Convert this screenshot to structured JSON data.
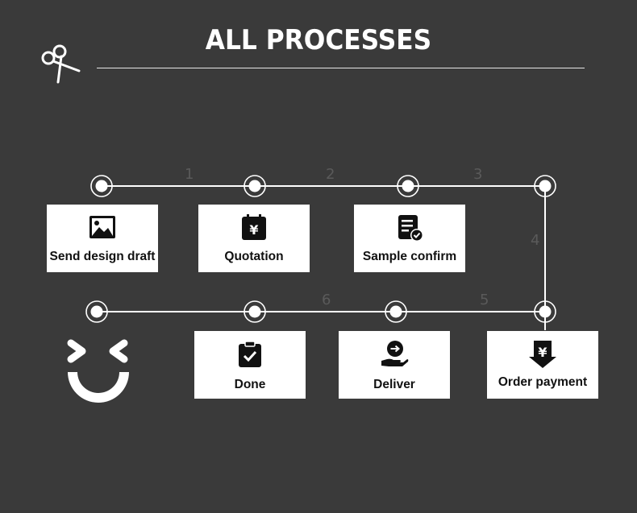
{
  "title": "ALL PROCESSES",
  "steps": [
    {
      "number": "1",
      "label": "Send design draft",
      "icon": "image-icon"
    },
    {
      "number": "2",
      "label": "Quotation",
      "icon": "calendar-yen-icon"
    },
    {
      "number": "3",
      "label": "Sample confirm",
      "icon": "document-check-icon"
    },
    {
      "number": "4",
      "label": "Order payment",
      "icon": "yen-arrow-icon"
    },
    {
      "number": "5",
      "label": "Deliver",
      "icon": "hand-arrow-icon"
    },
    {
      "number": "6",
      "label": "Done",
      "icon": "clipboard-check-icon"
    }
  ],
  "colors": {
    "background": "#3a3a3a",
    "line": "#ffffff",
    "card": "#ffffff",
    "text": "#111111",
    "step_number": "#5a5a5a"
  }
}
